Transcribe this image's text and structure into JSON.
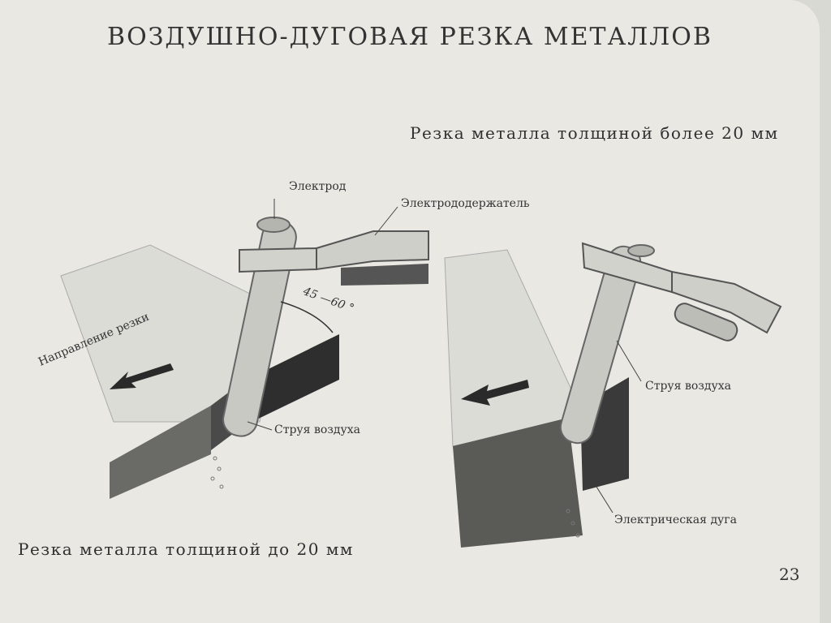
{
  "title": "ВОЗДУШНО-ДУГОВАЯ РЕЗКА МЕТАЛЛОВ",
  "caption_right": "Резка металла толщиной более 20 мм",
  "caption_left": "Резка металла толщиной до 20 мм",
  "page_number": "23",
  "labels": {
    "electrode": "Электрод",
    "holder": "Электрододержатель",
    "angle": "45 —60 °",
    "direction": "Направление резки",
    "air_jet_left": "Струя воздуха",
    "air_jet_right": "Струя воздуха",
    "arc": "Электрическая дуга"
  },
  "colors": {
    "paper": "#e9e8e3",
    "ink": "#2b2b2b",
    "dark_metal": "#3e3e3e",
    "light_metal": "#cfcfcb"
  }
}
